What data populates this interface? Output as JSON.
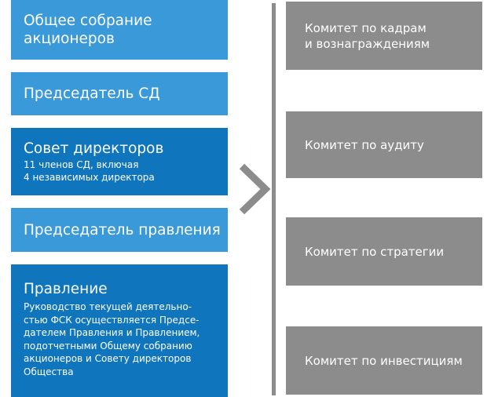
{
  "left_column": {
    "shareholders": {
      "title": "Общее собрание\nакционеров"
    },
    "board_chairman": {
      "title": "Председатель СД"
    },
    "board": {
      "title": "Совет директоров",
      "subtitle": "11 членов СД, включая\n4 независимых директора"
    },
    "management_chairman": {
      "title": "Председатель правления"
    },
    "management": {
      "title": "Правление",
      "subtitle": "Руководство текущей деятельно-\nстью ФСК осуществляется Предсе-\nдателем Правления и Правлением,\nподотчетными Общему собранию\nакционеров и Совету директоров\nОбщества"
    }
  },
  "right_column": {
    "committees": [
      {
        "title": "Комитет по кадрам\nи вознаграждениям"
      },
      {
        "title": "Комитет по аудиту"
      },
      {
        "title": "Комитет по стратегии"
      },
      {
        "title": "Комитет по инвестициям"
      }
    ]
  },
  "colors": {
    "light_blue": "#3a99d8",
    "dark_blue": "#0f75bc",
    "gray": "#8c8c8c"
  },
  "icons": {
    "connector": "chevron-right-icon"
  }
}
